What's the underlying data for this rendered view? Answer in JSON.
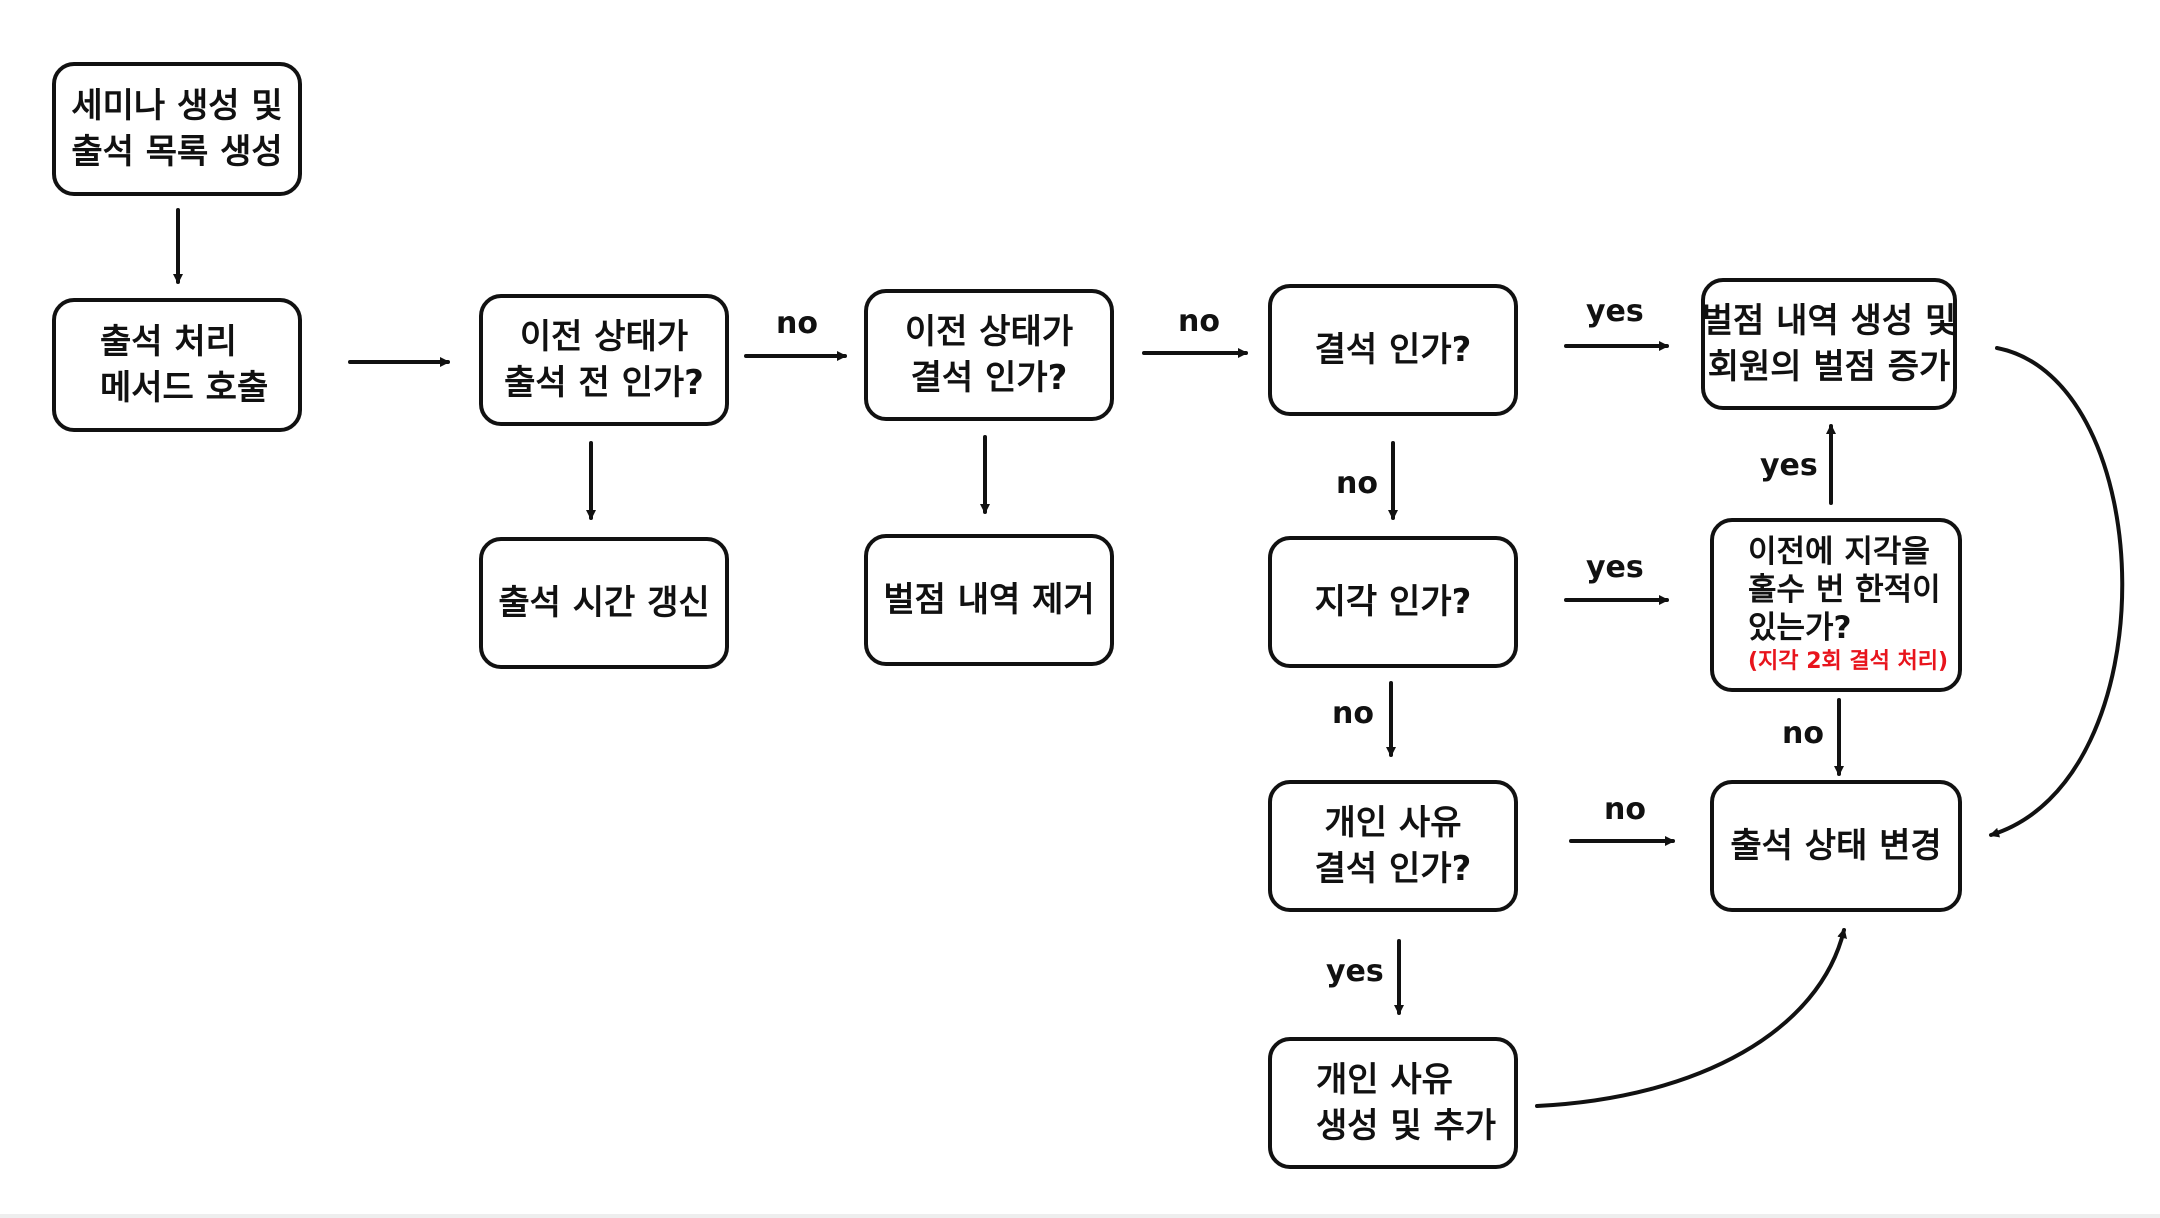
{
  "nodes": {
    "create": [
      "세미나 생성 및",
      "출석 목록 생성"
    ],
    "process": [
      "출석 처리",
      "메서드 호출"
    ],
    "q_before": [
      "이전 상태가",
      "출석 전 인가?"
    ],
    "update_time": [
      "출석 시간 갱신"
    ],
    "q_prev_absent": [
      "이전 상태가",
      "결석 인가?"
    ],
    "remove_penalty": [
      "벌점 내역 제거"
    ],
    "q_absent": [
      "결석 인가?"
    ],
    "add_penalty": [
      "벌점 내역 생성 및",
      "회원의 벌점 증가"
    ],
    "q_late": [
      "지각 인가?"
    ],
    "q_late_odd": [
      "이전에 지각을",
      "홀수 번 한적이",
      "있는가?"
    ],
    "q_late_odd_note": "(지각 2회 결석 처리)",
    "q_personal": [
      "개인 사유",
      "결석 인가?"
    ],
    "change_status": [
      "출석 상태 변경"
    ],
    "add_reason": [
      "개인 사유",
      "생성 및 추가"
    ]
  },
  "edge_labels": {
    "before_to_prev_absent": "no",
    "prev_absent_to_absent": "no",
    "absent_to_penalty": "yes",
    "absent_to_late": "no",
    "late_to_odd": "yes",
    "odd_to_penalty": "yes",
    "odd_to_change": "no",
    "late_to_personal": "no",
    "personal_to_change": "no",
    "personal_to_reason": "yes"
  },
  "colors": {
    "ink": "#111111",
    "note": "#e8141c",
    "background": "#ffffff"
  }
}
